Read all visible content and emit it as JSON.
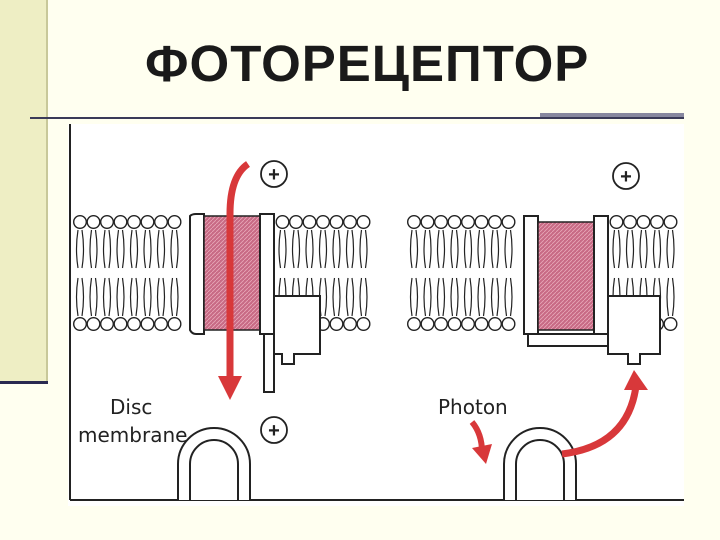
{
  "title": "ФОТОРЕЦЕПТОР",
  "labels": {
    "disc_line1": "Disc",
    "disc_line2": "membrane",
    "photon": "Photon",
    "plus": "+"
  },
  "colors": {
    "channel_pink": "#c86a85",
    "arrow_red": "#d8383a",
    "membrane_stroke": "#222222",
    "panel_bg": "#ffffff",
    "slide_bg": "#fffff0",
    "sidebar": "#eeeec4"
  },
  "icons": {
    "plus": "plus-circle-icon",
    "arrow": "curved-arrow-icon"
  }
}
